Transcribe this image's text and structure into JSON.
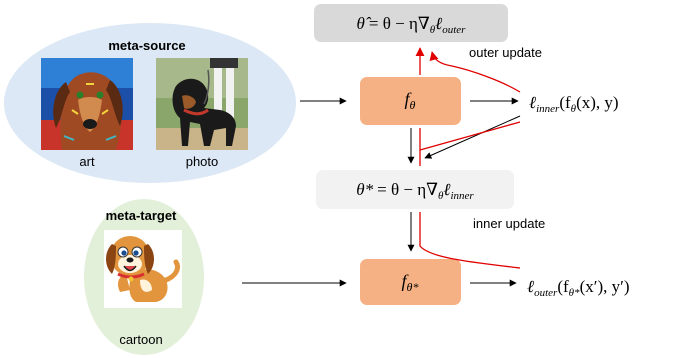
{
  "source_group": {
    "title": "meta-source",
    "images": [
      {
        "caption": "art",
        "icon": "art-dog-painting-icon"
      },
      {
        "caption": "photo",
        "icon": "rottweiler-photo-icon"
      }
    ],
    "fill": "#dce8f5"
  },
  "target_group": {
    "title": "meta-target",
    "images": [
      {
        "caption": "cartoon",
        "icon": "cartoon-dog-icon"
      }
    ],
    "fill": "#e2efd9"
  },
  "equations": {
    "outer_update_lhs": "θ̂",
    "outer_update_rhs": "= θ − η∇",
    "outer_update_sub_theta": "θ",
    "outer_update_loss": "ℓ",
    "outer_update_loss_sub": "outer",
    "inner_update_lhs": "θ*",
    "inner_update_rhs": "= θ − η∇",
    "inner_update_sub_theta": "θ",
    "inner_update_loss": "ℓ",
    "inner_update_loss_sub": "inner"
  },
  "models": {
    "source_model": "f",
    "source_model_sub": "θ",
    "target_model": "f",
    "target_model_sub": "θ*"
  },
  "losses": {
    "inner_loss_prefix": "ℓ",
    "inner_loss_sub": "inner",
    "inner_loss_args": "(f",
    "inner_loss_args_sub": "θ",
    "inner_loss_args_tail": "(x), y)",
    "outer_loss_prefix": "ℓ",
    "outer_loss_sub": "outer",
    "outer_loss_args": "(f",
    "outer_loss_args_sub": "θ*",
    "outer_loss_args_tail": "(x′), y′)"
  },
  "labels": {
    "outer_update": "outer update",
    "inner_update": "inner update"
  },
  "colors": {
    "model_box": "#f5b183",
    "outer_box": "#d9d9d9",
    "inner_box": "#f2f2f2",
    "update_arrow": "#e00000",
    "flow_arrow": "#000000"
  }
}
